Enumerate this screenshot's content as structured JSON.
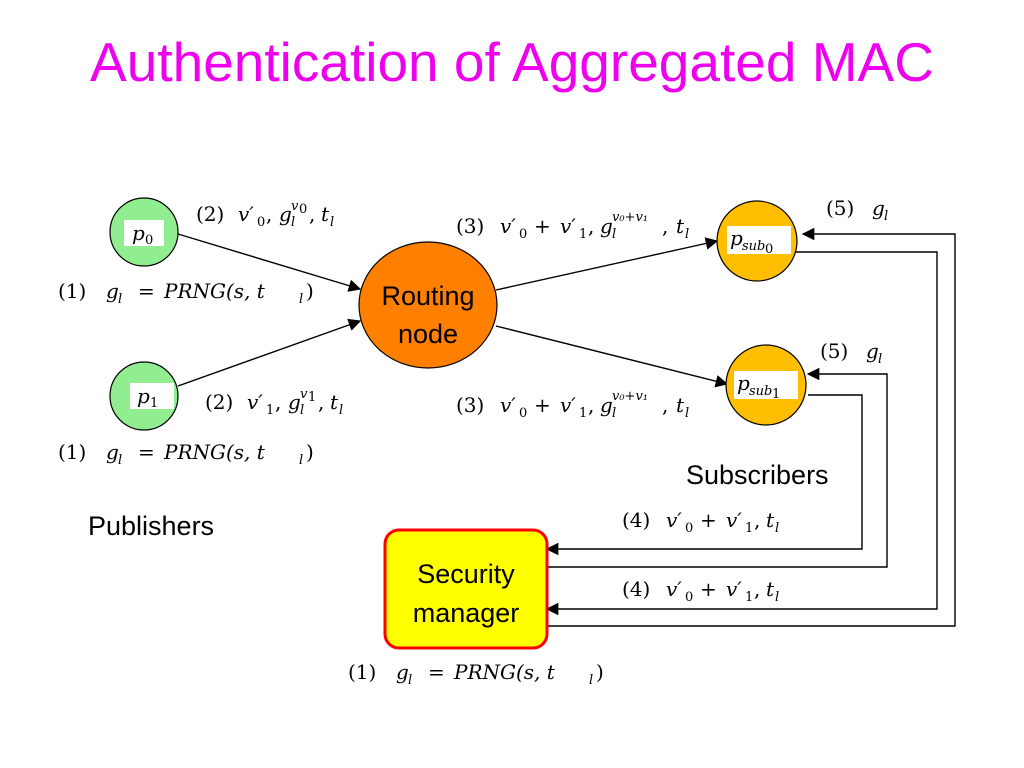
{
  "title": "Authentication of Aggregated MAC",
  "colors": {
    "title": "#ee00ee",
    "publisher_fill": "#90ee90",
    "routing_fill": "#ff7f00",
    "subscriber_fill": "#ffbf00",
    "security_fill": "#ffff00",
    "security_border": "#ff0000"
  },
  "nodes": {
    "p0": {
      "base": "p",
      "sub": "0"
    },
    "p1": {
      "base": "p",
      "sub": "1"
    },
    "routing": {
      "line1": "Routing",
      "line2": "node"
    },
    "psub0": {
      "base": "p",
      "sub": "sub",
      "subsub": "0"
    },
    "psub1": {
      "base": "p",
      "sub": "sub",
      "subsub": "1"
    },
    "security": {
      "line1": "Security",
      "line2": "manager"
    }
  },
  "labels": {
    "publishers": "Publishers",
    "subscribers": "Subscribers"
  },
  "math": {
    "step1": {
      "num": "(1)",
      "lhs": "g",
      "lhs_sub": "l",
      "eq": "=",
      "rhs": "PRNG(s, t",
      "rhs_sub": "l",
      "close": ")"
    },
    "step2_p0": {
      "num": "(2)",
      "v": "v′",
      "v_sub": "0",
      "g": "g",
      "g_sub": "l",
      "g_sup": "v",
      "g_sup_sub": "0",
      "t": "t",
      "t_sub": "l"
    },
    "step2_p1": {
      "num": "(2)",
      "v": "v′",
      "v_sub": "1",
      "g": "g",
      "g_sub": "l",
      "g_sup": "v",
      "g_sup_sub": "1",
      "t": "t",
      "t_sub": "l"
    },
    "step3": {
      "num": "(3)",
      "v0": "v′",
      "v0_sub": "0",
      "plus": "+",
      "v1": "v′",
      "v1_sub": "1",
      "g": "g",
      "g_sub": "l",
      "g_sup": "v₀+v₁",
      "t": "t",
      "t_sub": "l"
    },
    "step4": {
      "num": "(4)",
      "v0": "v′",
      "v0_sub": "0",
      "plus": "+",
      "v1": "v′",
      "v1_sub": "1",
      "t": "t",
      "t_sub": "l"
    },
    "step5": {
      "num": "(5)",
      "g": "g",
      "g_sub": "l"
    }
  }
}
